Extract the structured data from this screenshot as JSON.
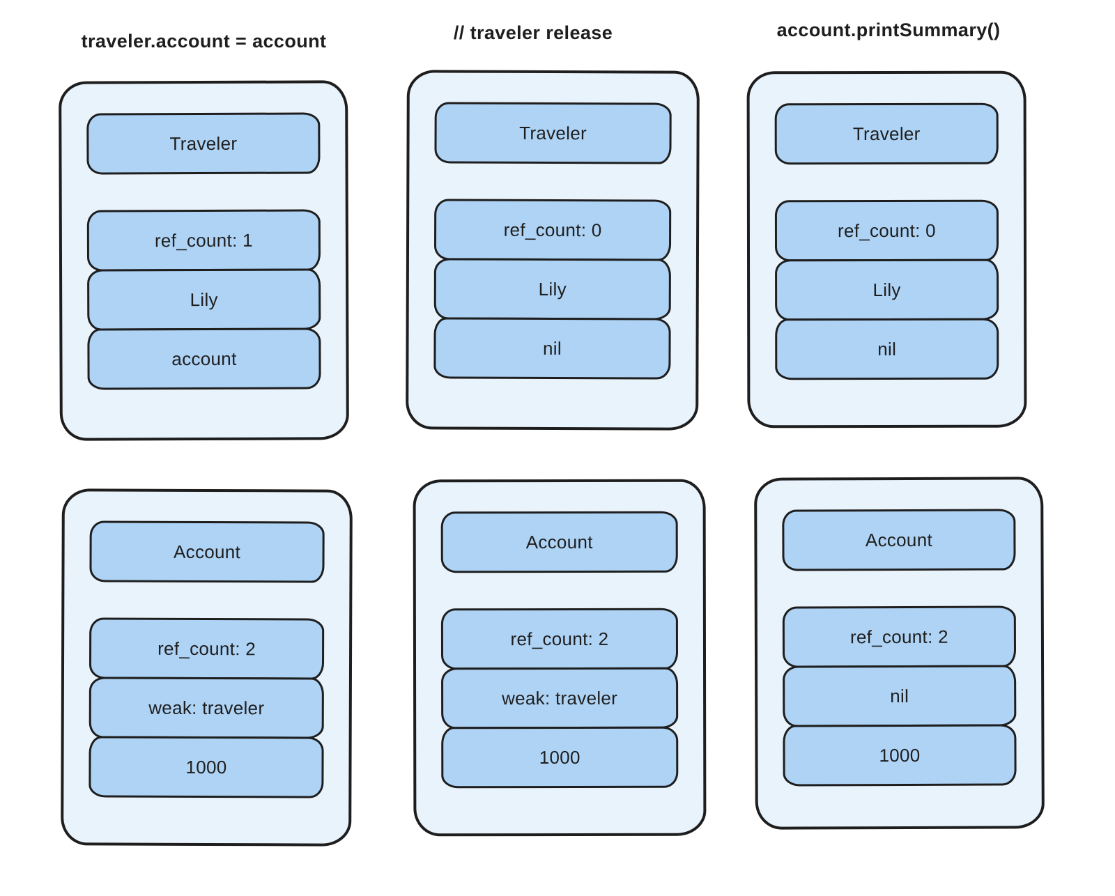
{
  "colors": {
    "card_fill": "#e9f3fc",
    "box_fill": "#aed3f5",
    "stroke": "#1e1e1e",
    "text": "#1e1e1e"
  },
  "columns": [
    {
      "header": "traveler.account = account",
      "traveler": {
        "title": "Traveler",
        "fields": [
          "ref_count: 1",
          "Lily",
          "account"
        ]
      },
      "account": {
        "title": "Account",
        "fields": [
          "ref_count: 2",
          "weak: traveler",
          "1000"
        ]
      }
    },
    {
      "header": "// traveler release",
      "traveler": {
        "title": "Traveler",
        "fields": [
          "ref_count: 0",
          "Lily",
          "nil"
        ]
      },
      "account": {
        "title": "Account",
        "fields": [
          "ref_count: 2",
          "weak: traveler",
          "1000"
        ]
      }
    },
    {
      "header": "account.printSummary()",
      "traveler": {
        "title": "Traveler",
        "fields": [
          "ref_count: 0",
          "Lily",
          "nil"
        ]
      },
      "account": {
        "title": "Account",
        "fields": [
          "ref_count: 2",
          "nil",
          "1000"
        ]
      }
    }
  ]
}
